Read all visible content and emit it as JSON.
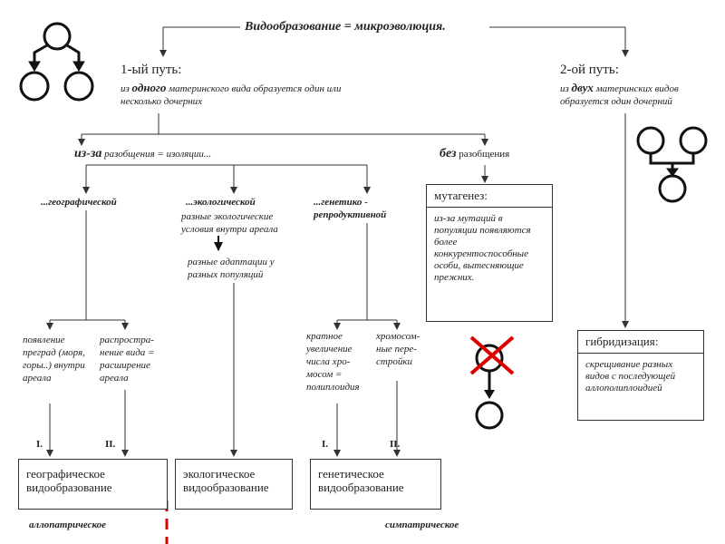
{
  "title": "Видообразование = микроэволюция.",
  "path1": {
    "label": "1-ый путь:",
    "desc_prefix": "из ",
    "desc_bold": "одного",
    "desc_rest": " материнского вида образуется один или несколько дочерних"
  },
  "path2": {
    "label": "2-ой путь:",
    "desc_prefix": "из ",
    "desc_bold": "двух",
    "desc_rest": " материнских видов образуется один дочерний"
  },
  "with_separation": {
    "bold": "из-за",
    "rest": " разобщения = изоляции..."
  },
  "without_separation": {
    "bold": "без",
    "rest": " разобщения"
  },
  "isolation": {
    "geographic": "...географической",
    "ecological": "...экологической",
    "ecological_desc": "разные экологические условия внутри ареала",
    "ecological_result": "разные адаптации у разных популяций",
    "genetic": "...генетико - репродуктивной"
  },
  "geo_branches": {
    "left": "появление преград (моря, горы..) внутри ареала",
    "right": "распростра-нение вида = расширение ареала",
    "left_num": "I.",
    "right_num": "II."
  },
  "gen_branches": {
    "left": "кратное увеличение числа хро-мосом = полиплоидия",
    "right": "хромосом-ные пере-стройки",
    "left_num": "I.",
    "right_num": "II."
  },
  "mutagenesis": {
    "title": "мутагенез:",
    "desc": "из-за мутаций в популяции появляются более конкурентоспособные особи, вытесняющие прежних."
  },
  "hybridization": {
    "title": "гибридизация:",
    "desc": "скрещивание разных видов с последующей аллополиплоидией"
  },
  "results": {
    "geographic": "географическое видообразование",
    "ecological": "экологическое видообразование",
    "genetic": "генетическое видообразование"
  },
  "footer": {
    "allopatric": "аллопатрическое",
    "sympatric": "симпатрическое"
  },
  "colors": {
    "line": "#333333",
    "accent_red": "#dd0000"
  }
}
